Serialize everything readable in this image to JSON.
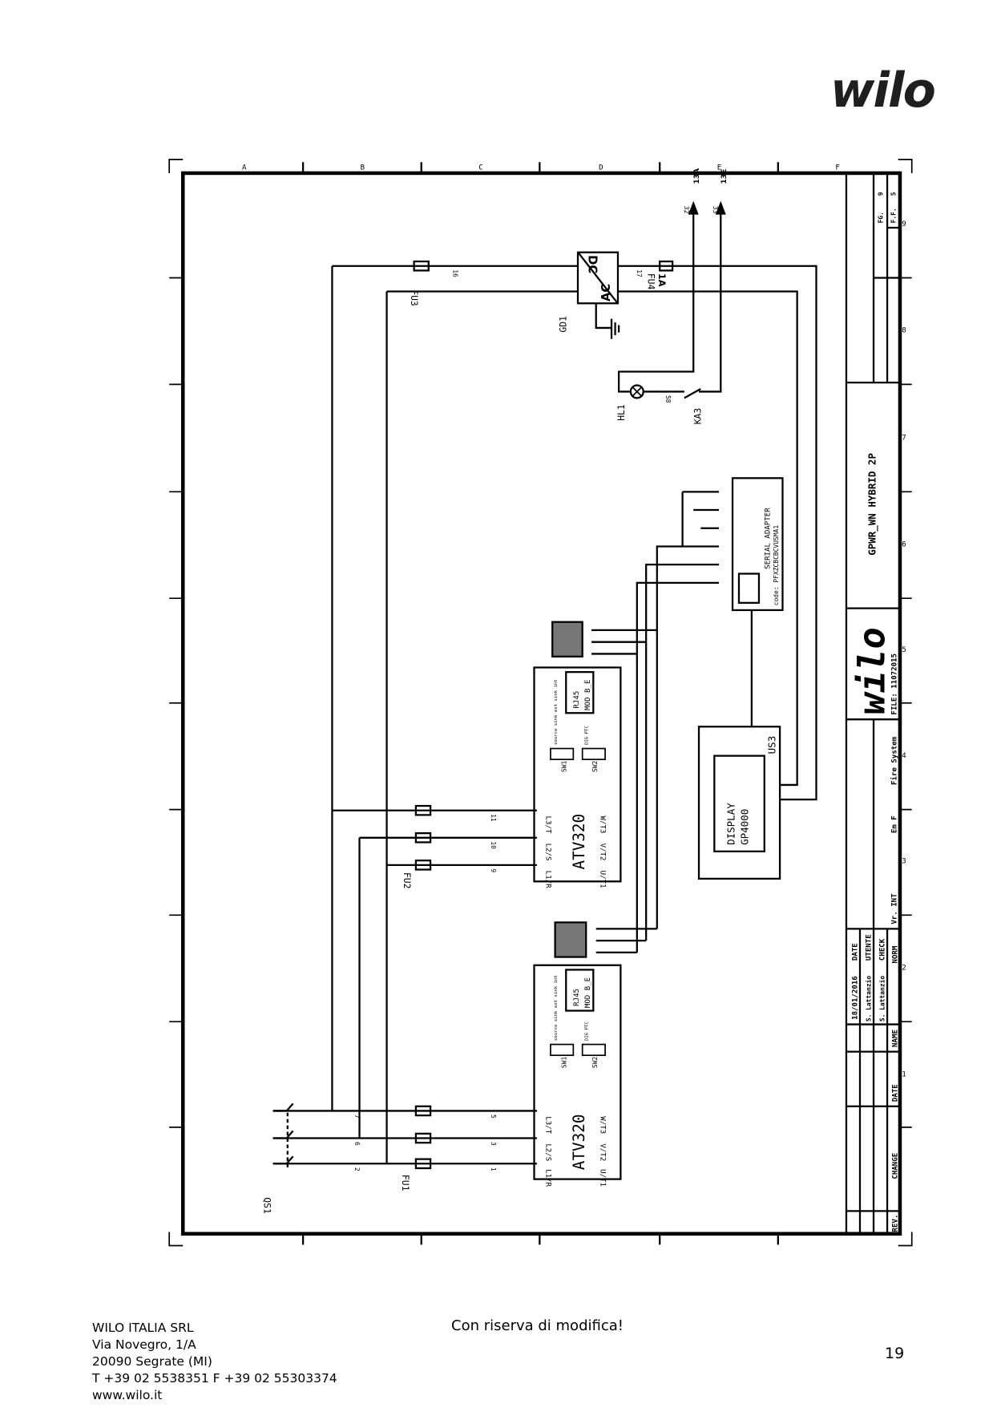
{
  "header": {
    "logo": "wilo"
  },
  "grid": {
    "columns": [
      "A",
      "B",
      "C",
      "D",
      "E",
      "F"
    ],
    "rows": [
      "9",
      "8",
      "7",
      "6",
      "5",
      "4",
      "3",
      "2",
      "1"
    ]
  },
  "schematic": {
    "fuses": {
      "fu1": "FU1",
      "fu2": "FU2",
      "fu3": "FU3",
      "fu4": "FU4",
      "fu4_rating": "1A"
    },
    "power_supply": {
      "id": "GD1",
      "ac": "AC",
      "dc": "DC"
    },
    "lamp": "HL1",
    "relay": "KA3",
    "switch": "QS1",
    "outputs": {
      "a": "13A",
      "b": "13E"
    },
    "wire_numbers": {
      "w16": "16",
      "w17": "17",
      "w32": "32",
      "w33": "33",
      "w58": "58",
      "w11": "11",
      "w10": "10",
      "w9": "9",
      "w5": "5",
      "w3": "3",
      "w1": "1",
      "w7": "7",
      "w2": "2",
      "w6": "6"
    },
    "drive_upper": {
      "model": "ATV320",
      "rj45": "RJ45",
      "mod": "MOD B_E",
      "sw1": "SW1",
      "sw2": "SW2",
      "sw1_opts": "source sink ext sink int",
      "sw2_opts": "DI6 PTC",
      "in1": "L1/R",
      "in2": "L2/S",
      "in3": "L3/T",
      "out1": "U/T1",
      "out2": "V/T2",
      "out3": "W/T3"
    },
    "drive_lower": {
      "model": "ATV320",
      "rj45": "RJ45",
      "mod": "MOD B_E",
      "sw1": "SW1",
      "sw2": "SW2",
      "sw1_opts": "source sink ext sink int",
      "sw2_opts": "DI6 PTC",
      "in1": "L1/R",
      "in2": "L2/S",
      "in3": "L3/T",
      "out1": "U/T1",
      "out2": "V/T2",
      "out3": "W/T3"
    },
    "serial_adapter": {
      "title": "SERIAL ADAPTER",
      "code": "code: PFXZCBCBCVUSMA1"
    },
    "display": {
      "id": "US3",
      "line1": "DISPLAY",
      "line2": "GP4000"
    }
  },
  "title_block": {
    "project": "GPWR_WN HYBRID 2P",
    "logo": "wilo",
    "file": "FILE: 11072015",
    "fire_system": "Fire System",
    "em": "Em F",
    "ver": "Vr. INT",
    "date_label": "DATE",
    "date_value": "18/01/2016",
    "utente_label": "UTENTE",
    "utente_value": "S. Lattanzio",
    "check_label": "CHECK",
    "check_value": "S. Lattanzio",
    "norm_label": "NORM",
    "rev_label": "REV.",
    "change_label": "CHANGE",
    "date2_label": "DATE",
    "name_label": "NAME",
    "fg_label": "FG.",
    "fg_value": "9",
    "ff_label": "F.F.",
    "ff_value": "5"
  },
  "footer": {
    "company": "WILO ITALIA SRL",
    "street": "Via Novegro, 1/A",
    "city": "20090 Segrate (MI)",
    "phone": "T +39 02 5538351 F +39 02 55303374",
    "web": "www.wilo.it",
    "notice": "Con riserva di modifica!",
    "page": "19"
  }
}
